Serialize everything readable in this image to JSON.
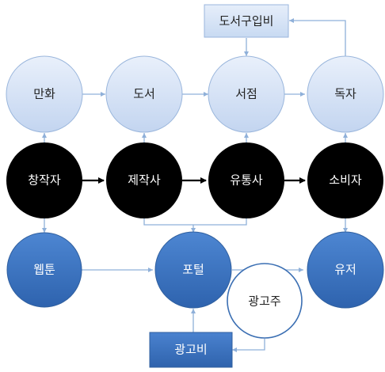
{
  "colors": {
    "light_node_fill": "#cddcf3",
    "light_node_stroke": "#9ab6dc",
    "black_node_fill": "#000000",
    "blue_node_fill": "#3a74c4",
    "blue_node_stroke": "#2f5f9f",
    "box_light_fill": "#d5e3f6",
    "box_dark_fill": "#3f77c5",
    "ad_circle_stroke": "#3b6fb3",
    "connector_light": "#8fb0d9",
    "connector_black": "#000000"
  },
  "top_box": {
    "label": "도서구입비"
  },
  "top_row": [
    {
      "id": "manhwa",
      "label": "만화"
    },
    {
      "id": "doseo",
      "label": "도서"
    },
    {
      "id": "seojeom",
      "label": "서점"
    },
    {
      "id": "dokja",
      "label": "독자"
    }
  ],
  "middle_row": [
    {
      "id": "changjakja",
      "label": "창작자"
    },
    {
      "id": "jejaksa",
      "label": "제작사"
    },
    {
      "id": "yutongsa",
      "label": "유통사"
    },
    {
      "id": "sobija",
      "label": "소비자"
    }
  ],
  "bottom_row": [
    {
      "id": "webtoon",
      "label": "웹툰"
    },
    {
      "id": "portal",
      "label": "포털"
    },
    {
      "id": "user",
      "label": "유저"
    }
  ],
  "advertiser": {
    "label": "광고주"
  },
  "ad_fee_box": {
    "label": "광고비"
  }
}
